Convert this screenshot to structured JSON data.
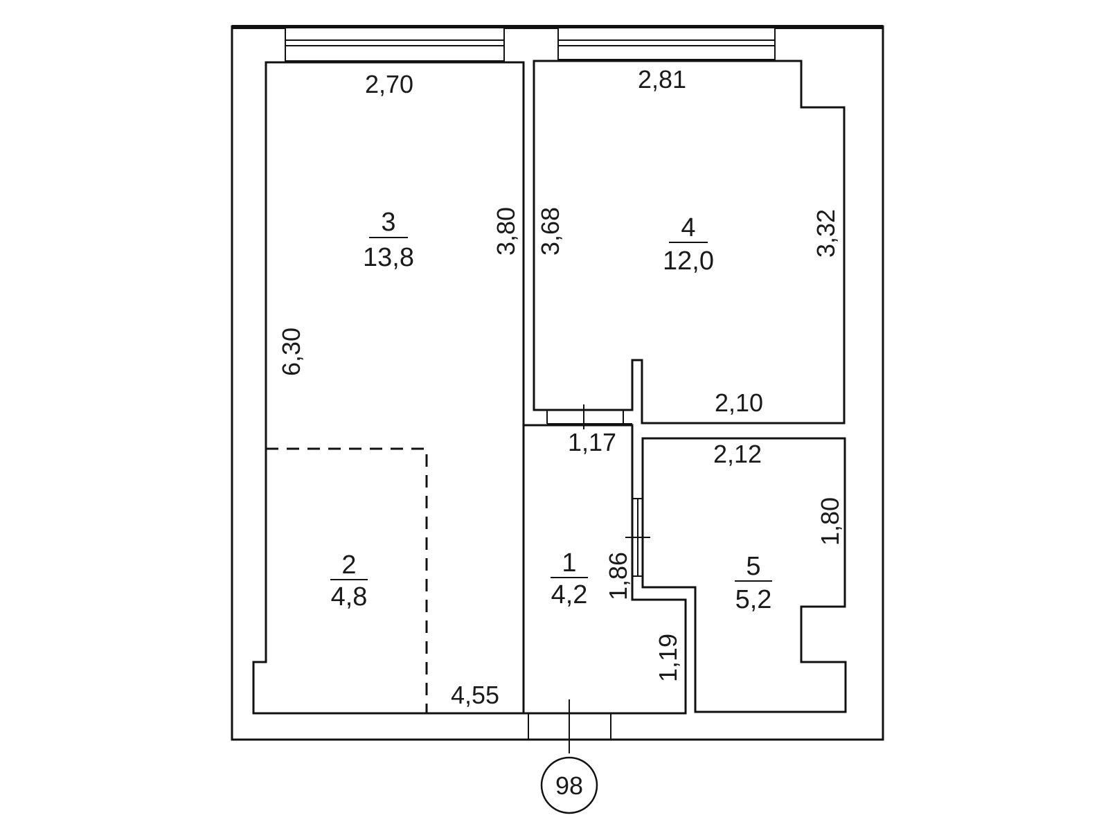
{
  "plan": {
    "line_color": "#111111",
    "background": "#ffffff",
    "rooms": [
      {
        "number": "1",
        "area": "4,2"
      },
      {
        "number": "2",
        "area": "4,8"
      },
      {
        "number": "3",
        "area": "13,8"
      },
      {
        "number": "4",
        "area": "12,0"
      },
      {
        "number": "5",
        "area": "5,2"
      }
    ],
    "dimensions": {
      "room3_top": "2,70",
      "room3_right": "3,80",
      "room3_left": "6,30",
      "room4_top": "2,81",
      "room4_left": "3,68",
      "room4_right": "3,32",
      "room4_bottom": "2,10",
      "corridor_top": "1,17",
      "room5_top": "2,12",
      "room5_right": "1,80",
      "corridor_right": "1,86",
      "entry_right": "1,19",
      "bottom": "4,55"
    },
    "apartment_number": "98"
  }
}
